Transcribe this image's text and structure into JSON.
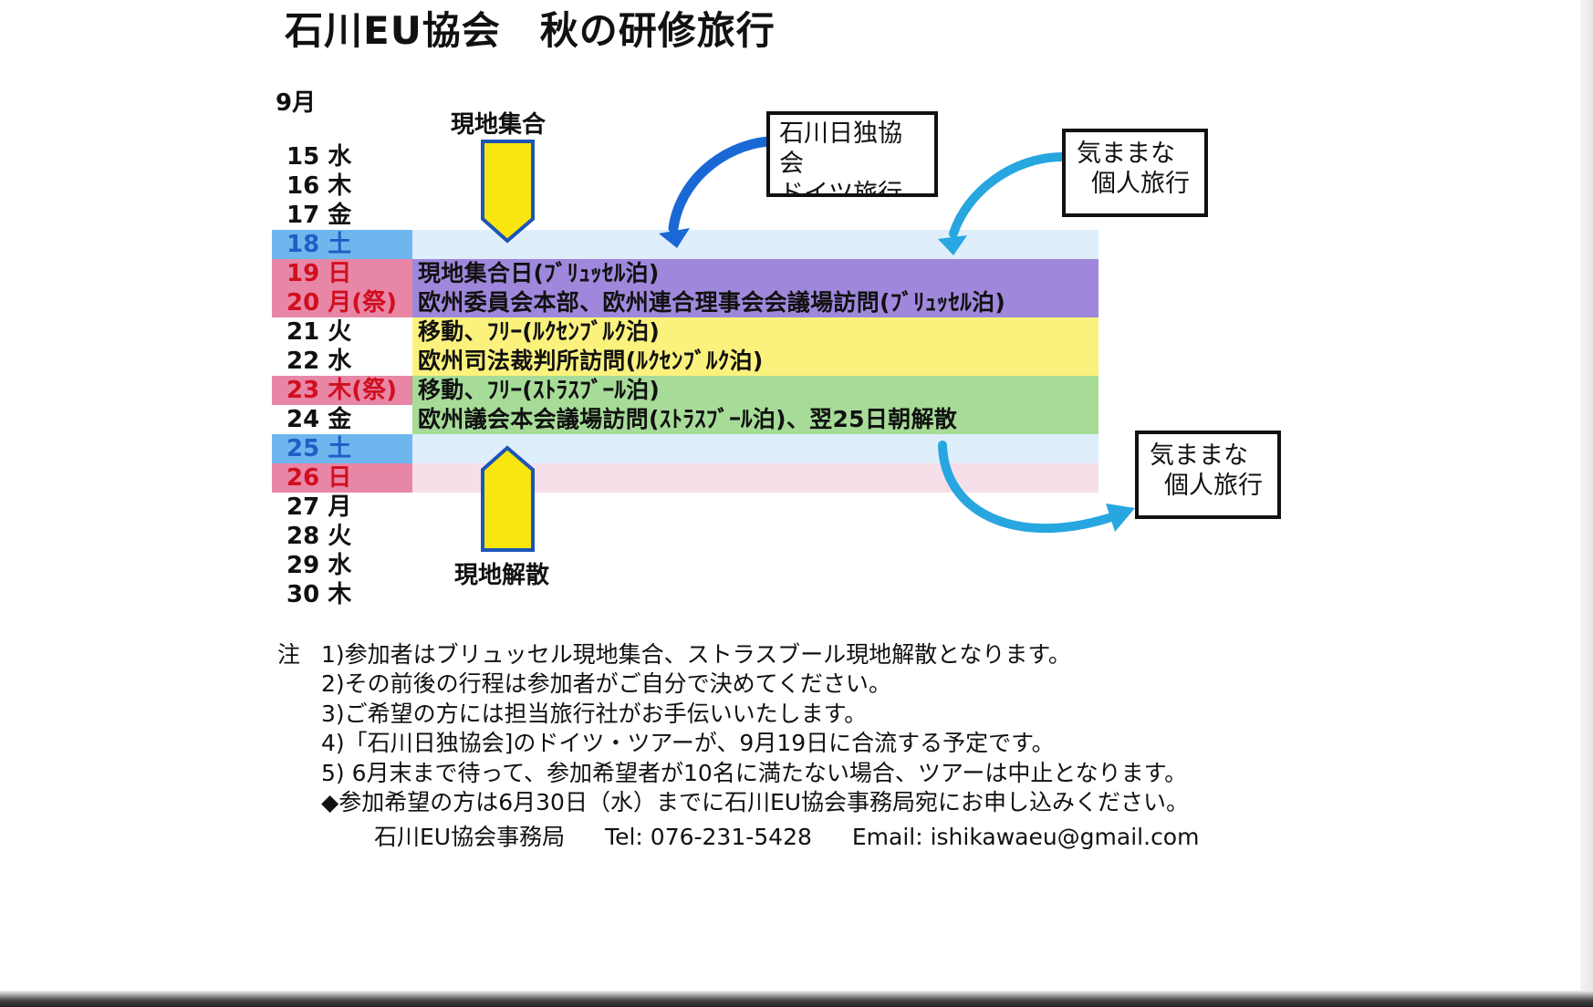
{
  "title": "石川EU協会　秋の研修旅行",
  "month": "9月",
  "days": [
    {
      "label": "15 水",
      "type": "weekday",
      "desc": ""
    },
    {
      "label": "16 木",
      "type": "weekday",
      "desc": ""
    },
    {
      "label": "17 金",
      "type": "weekday",
      "desc": ""
    },
    {
      "label": "18 土",
      "type": "saturday",
      "desc": ""
    },
    {
      "label": "19 日",
      "type": "holiday",
      "desc": "現地集合日(ﾌﾞﾘｭｯｾﾙ泊)"
    },
    {
      "label": "20 月(祭)",
      "type": "holiday",
      "desc": "欧州委員会本部、欧州連合理事会会議場訪問(ﾌﾞﾘｭｯｾﾙ泊)"
    },
    {
      "label": "21 火",
      "type": "weekday",
      "desc": "移動、ﾌﾘｰ(ﾙｸｾﾝﾌﾞﾙｸ泊)"
    },
    {
      "label": "22 水",
      "type": "weekday",
      "desc": "欧州司法裁判所訪問(ﾙｸｾﾝﾌﾞﾙｸ泊)"
    },
    {
      "label": "23 木(祭)",
      "type": "holiday",
      "desc": "移動、ﾌﾘｰ(ｽﾄﾗｽﾌﾞｰﾙ泊)"
    },
    {
      "label": "24 金",
      "type": "weekday",
      "desc": "欧州議会本会議場訪問(ｽﾄﾗｽﾌﾞｰﾙ泊)、翌25日朝解散"
    },
    {
      "label": "25 土",
      "type": "saturday",
      "desc": ""
    },
    {
      "label": "26 日",
      "type": "holiday",
      "desc": ""
    },
    {
      "label": "27 月",
      "type": "weekday",
      "desc": ""
    },
    {
      "label": "28 火",
      "type": "weekday",
      "desc": ""
    },
    {
      "label": "29 水",
      "type": "weekday",
      "desc": ""
    },
    {
      "label": "30 木",
      "type": "weekday",
      "desc": ""
    }
  ],
  "markers": {
    "assembly": "現地集合",
    "dispersal": "現地解散"
  },
  "callouts": {
    "german_society": [
      "石川日独協",
      "会",
      "ドイツ旅行"
    ],
    "free_before": [
      "気ままな",
      "個人旅行"
    ],
    "free_after": [
      "気ままな",
      "個人旅行"
    ]
  },
  "notes": {
    "label": "注",
    "items": [
      "1)参加者はブリュッセル現地集合、ストラスブール現地解散となります。",
      "2)その前後の行程は参加者がご自分で決めてください。",
      "3)ご希望の方には担当旅行社がお手伝いいたします。",
      "4)「石川日独協会]のドイツ・ツアーが、9月19日に合流する予定です。",
      "5) 6月末まで待って、参加希望者が10名に満たない場合、ツアーは中止となります。",
      "◆参加希望の方は6月30日（水）までに石川EU協会事務局宛にお申し込みください。"
    ]
  },
  "contact": {
    "office": "石川EU協会事務局",
    "tel": "Tel: 076-231-5428",
    "email": "Email: ishikawaeu@gmail.com"
  },
  "colors": {
    "saturday_text": "#1f5fc4",
    "holiday_text": "#d10f1f",
    "saturday_label_bg": "#6fb6ee",
    "holiday_label_bg": "#e886a6",
    "saturday_band": "#deeefb",
    "holiday_band_light": "#f6dfe9",
    "purple_band": "#9f88dc",
    "yellow_band": "#fbf27e",
    "green_band": "#a6dc98",
    "marker_fill": "#f7e60f",
    "marker_stroke": "#1c55b8",
    "arrow_blue": "#1a68d6",
    "arrow_cyan": "#27a6e0"
  }
}
